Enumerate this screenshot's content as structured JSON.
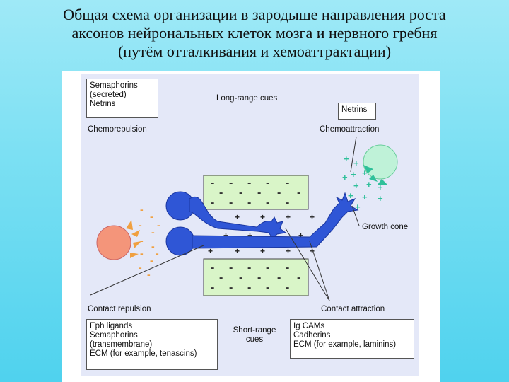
{
  "title": {
    "line1": "Общая схема организации в зародыше направления роста",
    "line2": "аксонов нейрональных клеток мозга и нервного гребня",
    "line3": "(путём отталкивания и хемоаттрактации)"
  },
  "diagram": {
    "long_range_cues": "Long-range cues",
    "short_range_cues_line1": "Short-range",
    "short_range_cues_line2": "cues",
    "chemorepulsion": "Chemorepulsion",
    "chemoattraction": "Chemoattraction",
    "contact_repulsion": "Contact repulsion",
    "contact_attraction": "Contact attraction",
    "growth_cone": "Growth cone",
    "box_semaphorins_secreted": [
      "Semaphorins",
      "(secreted)",
      "Netrins"
    ],
    "box_netrins": [
      "Netrins"
    ],
    "box_repulsive_contact": [
      "Eph ligands",
      "Semaphorins",
      "(transmembrane)",
      "ECM (for example, tenascins)"
    ],
    "box_attractive_contact": [
      "Ig CAMs",
      "Cadherins",
      "ECM (for example, laminins)"
    ],
    "colors": {
      "panel": "#e4e8f8",
      "neuron": "#2f56d6",
      "repulsive_cell": "#f4957a",
      "attractive_cell": "#bff2d8",
      "contact_zone": "#d9f5c8",
      "minus_sign": "#f0a040",
      "plus_sign": "#2fc09a"
    }
  }
}
